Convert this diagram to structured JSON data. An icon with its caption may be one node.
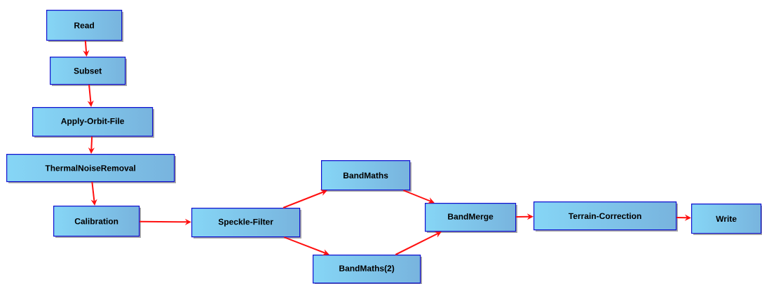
{
  "diagram": {
    "nodes": [
      {
        "text": [
          "Read"
        ]
      },
      {
        "text": [
          "Subset"
        ]
      },
      {
        "text": [
          "Apply-Orbit-File"
        ]
      },
      {
        "text": [
          "ThermalNoiseRemoval"
        ]
      },
      {
        "text": [
          "Calibration"
        ]
      },
      {
        "text": [
          "Speckle-Filter"
        ]
      },
      {
        "text": [
          "BandMaths"
        ]
      },
      {
        "text": [
          "BandMaths(2)"
        ]
      },
      {
        "text": [
          "BandMerge"
        ]
      },
      {
        "text": [
          "Terrain-Correction"
        ]
      },
      {
        "text": [
          "Write"
        ]
      }
    ],
    "edges": [
      {
        "from": 0,
        "to": 1,
        "arrow": "to"
      },
      {
        "from": 1,
        "to": 2,
        "arrow": "to"
      },
      {
        "from": 2,
        "to": 3,
        "arrow": "to"
      },
      {
        "from": 3,
        "to": 4,
        "arrow": "to"
      },
      {
        "from": 4,
        "to": 5,
        "arrow": "to"
      },
      {
        "from": 5,
        "to": 6,
        "arrow": "to"
      },
      {
        "from": 5,
        "to": 7,
        "arrow": "to"
      },
      {
        "from": 6,
        "to": 8,
        "arrow": "to"
      },
      {
        "from": 7,
        "to": 8,
        "arrow": "to"
      },
      {
        "from": 8,
        "to": 9,
        "arrow": "to"
      },
      {
        "from": 9,
        "to": 10,
        "arrow": "to"
      }
    ]
  }
}
